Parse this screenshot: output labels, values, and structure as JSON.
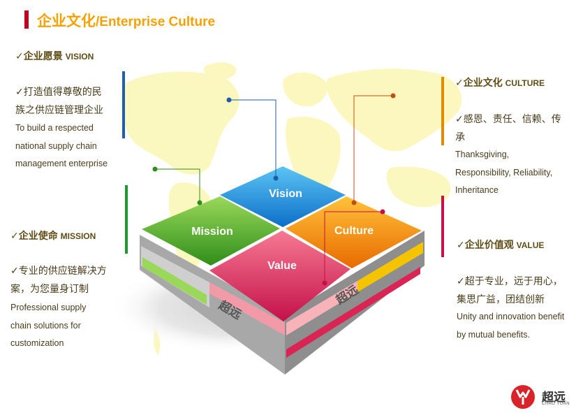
{
  "title": {
    "zh": "企业文化",
    "en": "/Enterprise Culture"
  },
  "vision": {
    "head_zh": "✓企业愿景",
    "head_en": "VISION",
    "text_zh": "✓打造值得尊敬的民族之供应链管理企业",
    "text_en": "To build a respected national supply chain management enterprise"
  },
  "mission": {
    "head_zh": "✓企业使命",
    "head_en": "MISSION",
    "text_zh": "✓专业的供应链解决方案，为您量身订制",
    "text_en": "Professional supply chain solutions for customization"
  },
  "culture": {
    "head_zh": "✓企业文化",
    "head_en": "CULTURE",
    "text_zh": "✓感恩、责任、信赖、传承",
    "text_en": "Thanksgiving, Responsibility, Reliability, Inheritance"
  },
  "value": {
    "head_zh": "✓企业价值观",
    "head_en": "VALUE",
    "text_zh": "✓超于专业，远于用心，集思广益，团结创新",
    "text_en": "Unity and innovation benefit by mutual benefits."
  },
  "diagram": {
    "vision": "Vision",
    "mission": "Mission",
    "culture": "Culture",
    "value": "Value",
    "side_left": "超远",
    "side_right": "超远"
  },
  "logo": {
    "name": "超远",
    "sub": "CHAO YUAN"
  },
  "colors": {
    "title": "#f5a200",
    "title_bar": "#c8001e",
    "vision": "#1f8fe0",
    "mission": "#58b82a",
    "culture": "#f39a00",
    "value": "#e0205a",
    "vision_bar": "#1e5fb4",
    "mission_bar": "#1e9a2e",
    "culture_bar": "#e08a00",
    "value_bar": "#c8104a"
  }
}
